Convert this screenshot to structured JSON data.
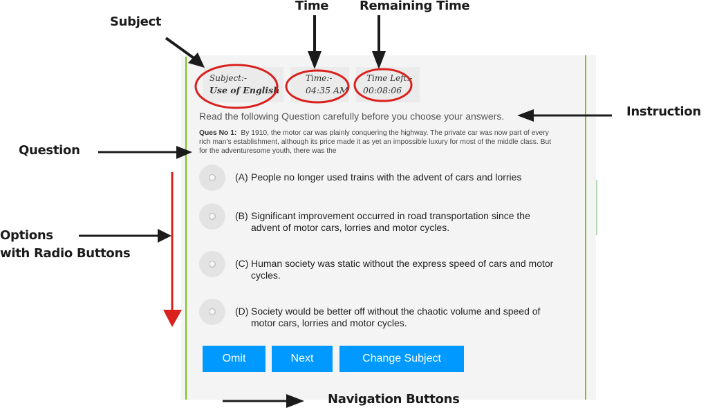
{
  "exam": {
    "subject_label": "Subject:-",
    "subject_value": "Use of English",
    "time_label": "Time:-",
    "time_value": "04:35 AM",
    "time_left_label": "Time Left:-",
    "time_left_value": "00:08:06",
    "instruction": "Read the following Question carefully before you choose your answers.",
    "question": {
      "number_label": "Ques No 1:",
      "text": "By 1910, the motor car was plainly conquering the highway. The private car was now part of every rich man's establishment, although its price made it as yet an impossible luxury for most of the middle class. But for the adventuresome youth, there was the"
    },
    "options": [
      {
        "letter": "(A)",
        "text": "People no longer used trains with the advent of cars and lorries",
        "selected": false
      },
      {
        "letter": "(B)",
        "text": "Significant improvement occurred in road transportation since the advent of motor cars, lorries and motor cycles.",
        "selected": false
      },
      {
        "letter": "(C)",
        "text": "Human society was static without the express speed of cars and motor cycles.",
        "selected": false
      },
      {
        "letter": "(D)",
        "text": "Society would be better off without the chaotic volume and speed of motor cars, lorries and motor cycles.",
        "selected": false
      }
    ],
    "buttons": {
      "omit": "Omit",
      "next": "Next",
      "change_subject": "Change Subject"
    }
  },
  "annotations": {
    "subject": "Subject",
    "time": "Time",
    "remaining_time": "Remaining Time",
    "instruction": "Instruction",
    "question": "Question",
    "options_line1": "Options",
    "options_line2": "with Radio Buttons",
    "navigation": "Navigation Buttons"
  },
  "colors": {
    "accent_green": "#7dc21e",
    "button_blue": "#0099ff",
    "annotation_red": "#d9211e",
    "panel_bg": "#f4f4f4"
  }
}
